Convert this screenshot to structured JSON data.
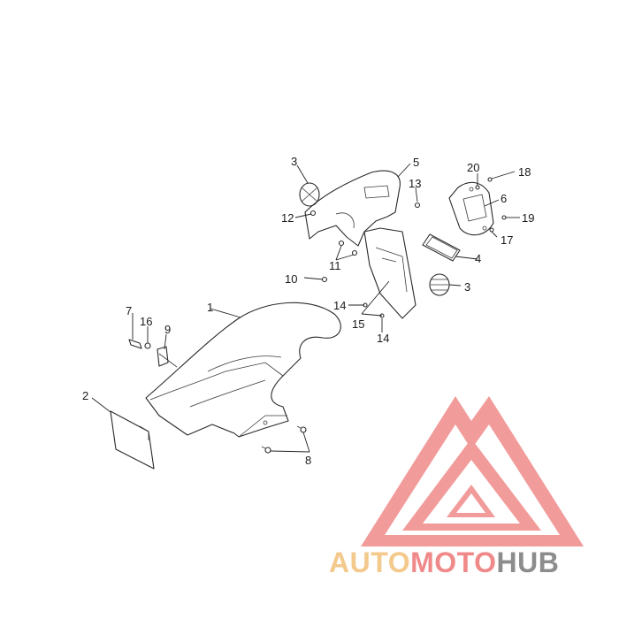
{
  "callouts": {
    "c1": "1",
    "c2": "2",
    "c3a": "3",
    "c3b": "3",
    "c4": "4",
    "c5": "5",
    "c6": "6",
    "c7": "7",
    "c8": "8",
    "c9": "9",
    "c10": "10",
    "c11": "11",
    "c12": "12",
    "c13": "13",
    "c14a": "14",
    "c14b": "14",
    "c15": "15",
    "c16": "16",
    "c17": "17",
    "c18": "18",
    "c19": "19",
    "c20": "20"
  },
  "watermark": {
    "part1": "AUTO",
    "part2": "MOTO",
    "part3": "HUB",
    "colors": {
      "auto": "#f3c98c",
      "moto": "#f08a8a",
      "hub": "#8c8c8c",
      "mark": "#f08a8a"
    }
  }
}
